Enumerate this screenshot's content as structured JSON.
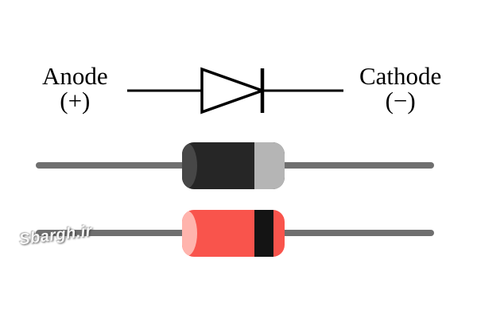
{
  "labels": {
    "anode": "Anode",
    "anode_sign": "(+)",
    "cathode": "Cathode",
    "cathode_sign": "(−)"
  },
  "watermark": "Sbargh.ir",
  "colors": {
    "wire": "#6f6f6f",
    "black_body": "#262626",
    "black_cap": "#474747",
    "black_band": "#b5b5b5",
    "red_body": "#f9544c",
    "red_cap": "#ffb4ad",
    "red_band": "#141414",
    "symbol": "#000000",
    "watermark": "#f5f5f5"
  },
  "diagram": {
    "type": "diode-pinout",
    "parts": [
      {
        "name": "schematic-symbol",
        "description": "diode symbol, anode left, cathode bar right"
      },
      {
        "name": "black-diode",
        "body": "black cylinder",
        "band": "silver band at cathode end"
      },
      {
        "name": "red-diode",
        "body": "red cylinder",
        "band": "black band at cathode end"
      }
    ]
  }
}
